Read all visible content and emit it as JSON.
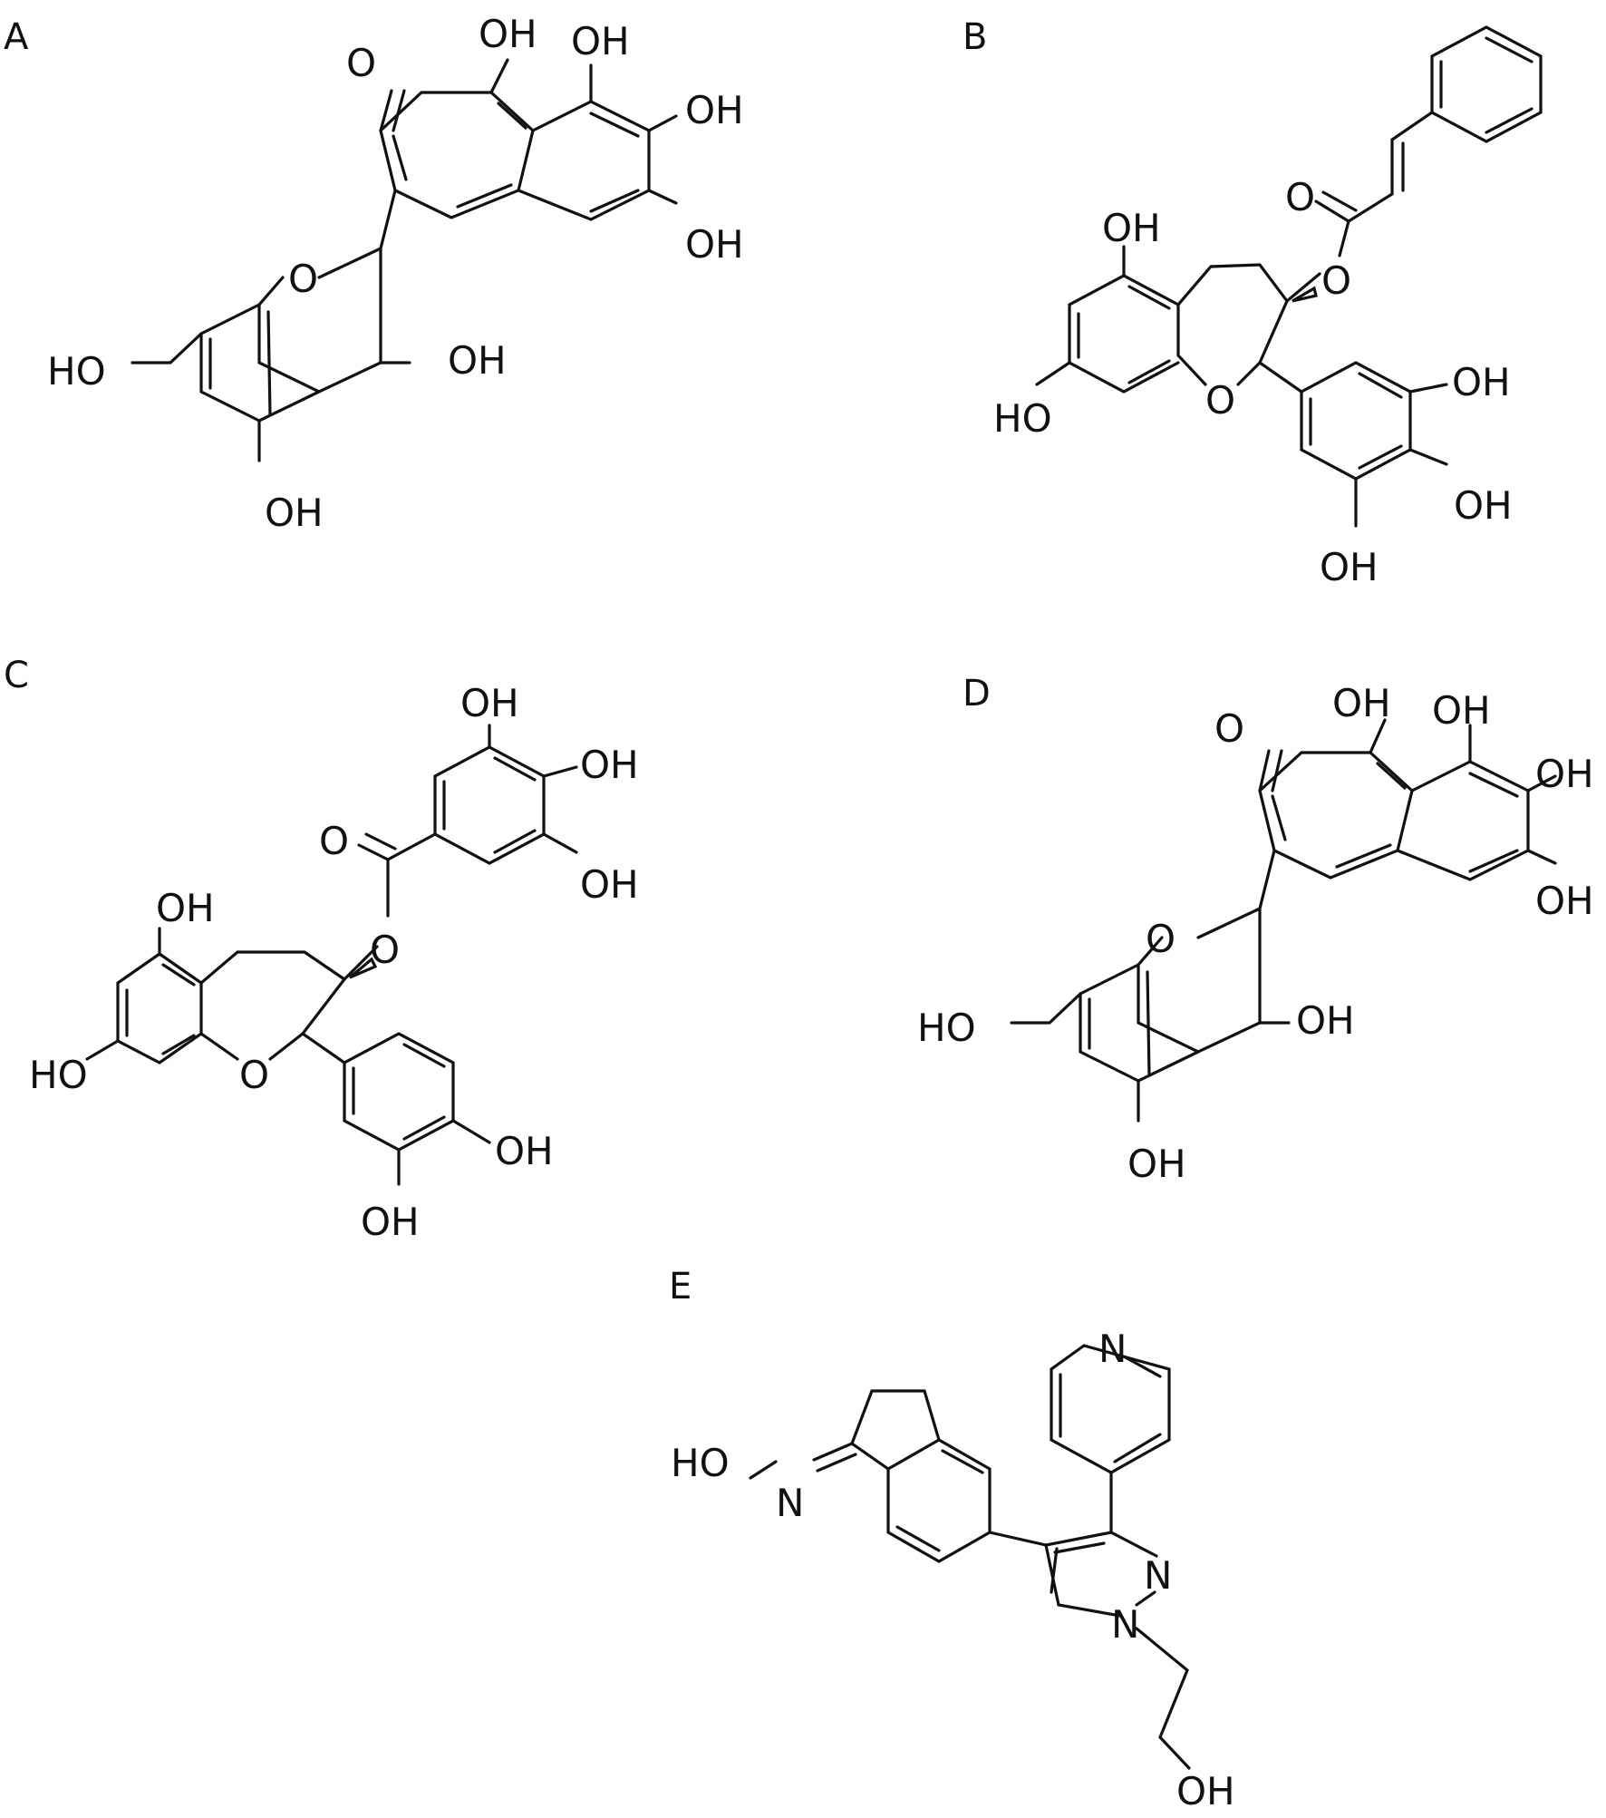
{
  "panels": [
    {
      "label": "A",
      "atoms": [
        "O",
        "OH",
        "OH",
        "OH",
        "OH",
        "O",
        "OH",
        "HO",
        "OH"
      ]
    },
    {
      "label": "B",
      "atoms": [
        "O",
        "O",
        "OH",
        "HO",
        "O",
        "OH",
        "OH",
        "OH"
      ]
    },
    {
      "label": "C",
      "atoms": [
        "OH",
        "OH",
        "OH",
        "O",
        "O",
        "OH",
        "HO",
        "O",
        "OH",
        "OH"
      ]
    },
    {
      "label": "D",
      "atoms": [
        "O",
        "OH",
        "OH",
        "OH",
        "OH",
        "O",
        "OH",
        "HO",
        "OH"
      ]
    },
    {
      "label": "E",
      "atoms": [
        "N",
        "HO",
        "N",
        "N",
        "N",
        "OH"
      ]
    }
  ]
}
